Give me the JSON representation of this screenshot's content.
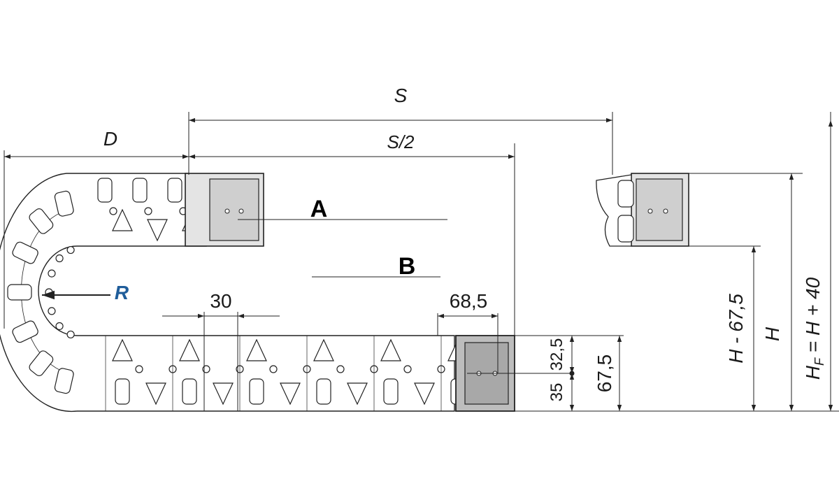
{
  "labels": {
    "S": "S",
    "S_half": "S/2",
    "D": "D",
    "A": "A",
    "B": "B",
    "R": "R",
    "pitch": "30",
    "offset_68": "68,5",
    "d_32": "32,5",
    "d_35": "35",
    "d_67": "67,5",
    "H_minus": "H - 67,5",
    "H": "H",
    "HF_prefix": "H",
    "HF_sub": "F",
    "HF_rest": " = H + 40"
  },
  "colors": {
    "line": "#222222",
    "bracket_fill": "#cfcfcf",
    "bracket_dark": "#8a8a8a",
    "link_fill": "#ffffff",
    "R_label": "#1f5d9a"
  }
}
